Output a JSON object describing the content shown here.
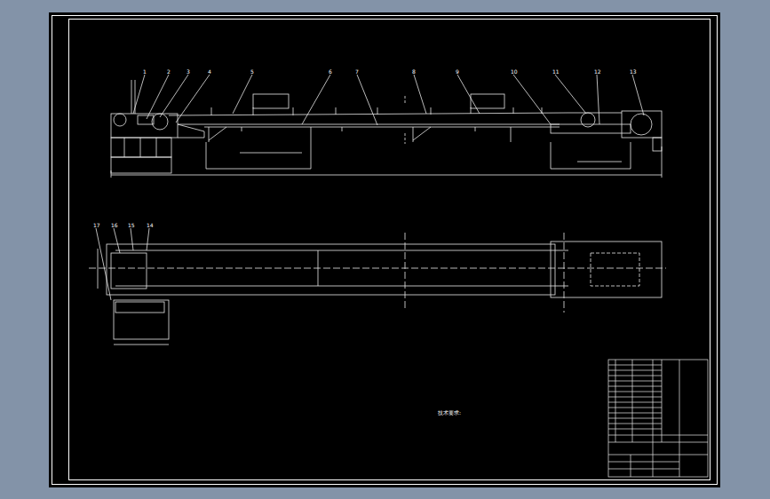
{
  "diagram": {
    "labels": [
      "1",
      "2",
      "3",
      "4",
      "5",
      "6",
      "7",
      "8",
      "9",
      "10",
      "11",
      "12",
      "13",
      "17",
      "16",
      "15",
      "14",
      "技术要求:"
    ]
  }
}
